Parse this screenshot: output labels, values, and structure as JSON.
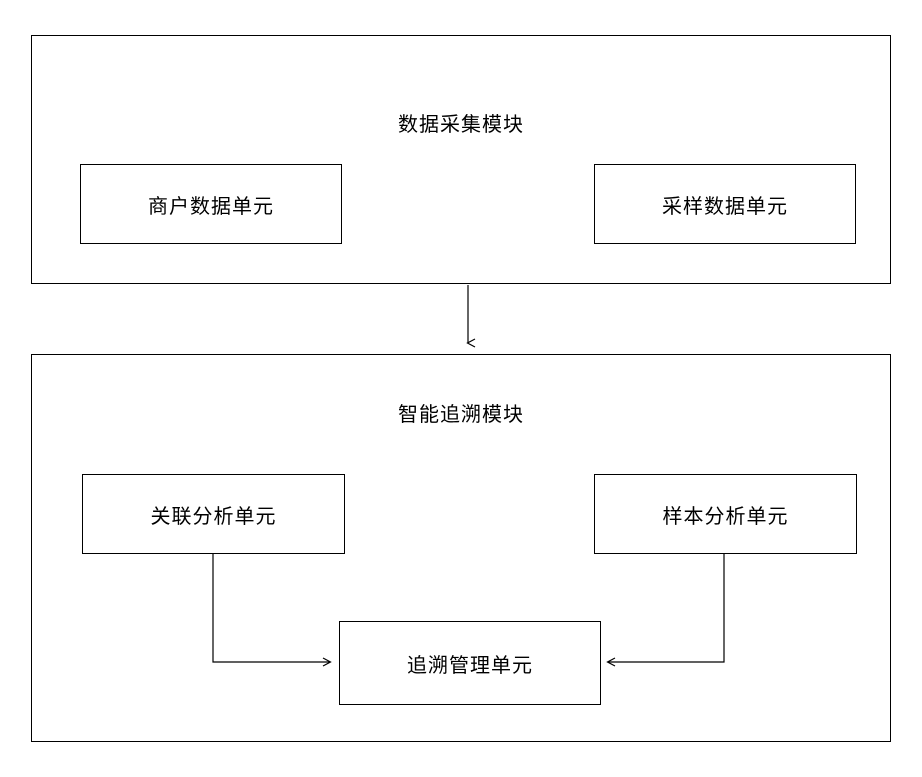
{
  "diagram": {
    "type": "block-diagram",
    "modules": [
      {
        "id": "data-collection-module",
        "title": "数据采集模块",
        "units": [
          {
            "id": "merchant-data-unit",
            "label": "商户数据单元"
          },
          {
            "id": "sampling-data-unit",
            "label": "采样数据单元"
          }
        ]
      },
      {
        "id": "intelligent-tracing-module",
        "title": "智能追溯模块",
        "units": [
          {
            "id": "association-analysis-unit",
            "label": "关联分析单元"
          },
          {
            "id": "sample-analysis-unit",
            "label": "样本分析单元"
          },
          {
            "id": "tracing-management-unit",
            "label": "追溯管理单元"
          }
        ]
      }
    ],
    "connections": [
      {
        "from": "data-collection-module",
        "to": "intelligent-tracing-module",
        "style": "arrow-down"
      },
      {
        "from": "association-analysis-unit",
        "to": "tracing-management-unit",
        "style": "arrow-right"
      },
      {
        "from": "sample-analysis-unit",
        "to": "tracing-management-unit",
        "style": "arrow-left"
      }
    ],
    "colors": {
      "stroke": "#000000",
      "background": "#ffffff",
      "text": "#000000"
    }
  }
}
